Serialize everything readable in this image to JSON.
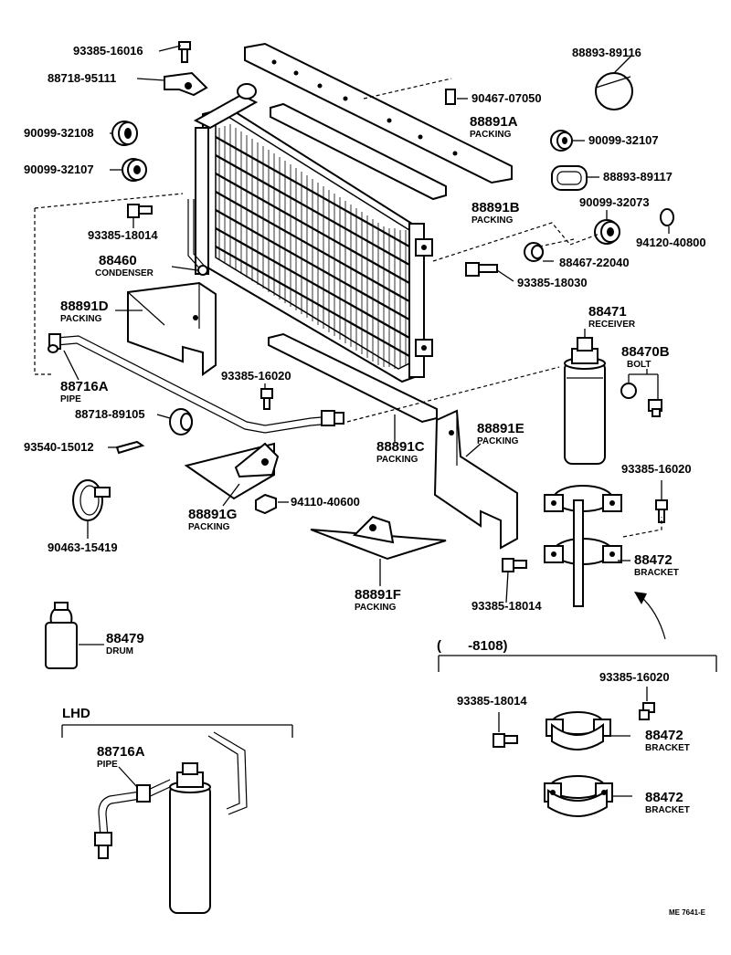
{
  "labels": {
    "p93385_16016": "93385-16016",
    "p88718_95111": "88718-95111",
    "p90099_32108": "90099-32108",
    "p90099_32107a": "90099-32107",
    "p93385_18014a": "93385-18014",
    "p88460": "88460",
    "condenser": "CONDENSER",
    "p88891D": "88891D",
    "packing_d": "PACKING",
    "p88716A": "88716A",
    "pipe": "PIPE",
    "p88718_89105": "88718-89105",
    "p93540_15012": "93540-15012",
    "p90463_15419": "90463-15419",
    "p88479": "88479",
    "drum": "DRUM",
    "p88893_89116": "88893-89116",
    "p90467_07050": "90467-07050",
    "p88891A": "88891A",
    "packing_a": "PACKING",
    "p90099_32107b": "90099-32107",
    "p88893_89117": "88893-89117",
    "p88891B": "88891B",
    "packing_b": "PACKING",
    "p90099_32073": "90099-32073",
    "p94120_40800": "94120-40800",
    "p88467_22040": "88467-22040",
    "p93385_18030": "93385-18030",
    "p88471": "88471",
    "receiver": "RECEIVER",
    "p88470B": "88470B",
    "bolt": "BOLT",
    "p93385_16020a": "93385-16020",
    "p88891C": "88891C",
    "packing_c": "PACKING",
    "p88891E": "88891E",
    "packing_e": "PACKING",
    "p93385_16020b": "93385-16020",
    "p88891G": "88891G",
    "packing_g": "PACKING",
    "p94110_40600": "94110-40600",
    "p88891F": "88891F",
    "packing_f": "PACKING",
    "p88472a": "88472",
    "bracket_a": "BRACKET",
    "p93385_18014b": "93385-18014",
    "range_label": "(       -8108)",
    "p93385_16020c": "93385-16020",
    "p93385_18014c": "93385-18014",
    "p88472b": "88472",
    "bracket_b": "BRACKET",
    "p88472c": "88472",
    "bracket_c": "BRACKET",
    "lhd": "LHD",
    "p88716A_lhd": "88716A",
    "pipe_lhd": "PIPE",
    "code": "ME 7641-E"
  }
}
